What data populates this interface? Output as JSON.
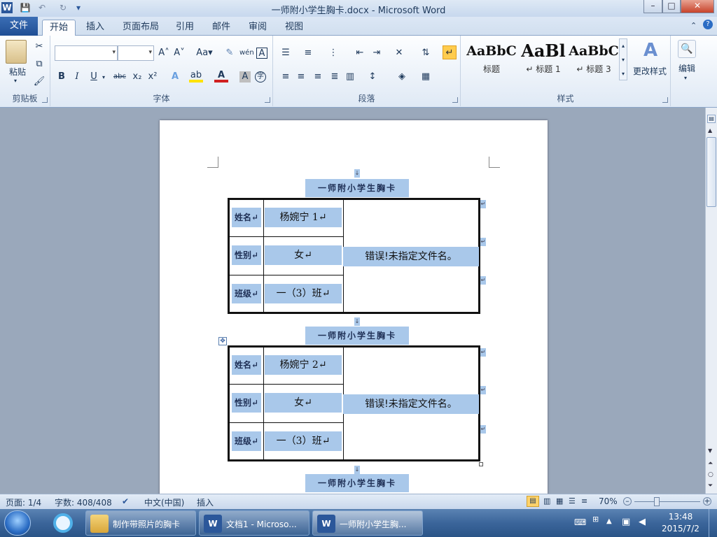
{
  "window": {
    "title": "一师附小学生胸卡.docx - Microsoft Word",
    "qat": [
      "W",
      "💾",
      "↶",
      "↻",
      "▾"
    ],
    "controls": [
      "–",
      "□",
      "✕"
    ]
  },
  "tabs": {
    "file": "文件",
    "items": [
      "开始",
      "插入",
      "页面布局",
      "引用",
      "邮件",
      "审阅",
      "视图"
    ],
    "active": "开始"
  },
  "ribbon": {
    "clipboard": {
      "label": "剪贴板",
      "paste": "粘贴"
    },
    "font": {
      "label": "字体",
      "grow": "A˄",
      "shrink": "A˅",
      "case": "Aa▾",
      "bold": "B",
      "italic": "I",
      "underline": "U",
      "strike": "abc",
      "sub": "x₂",
      "sup": "x²",
      "color_letter": "A"
    },
    "paragraph": {
      "label": "段落"
    },
    "styles": {
      "label": "样式",
      "items": [
        {
          "sample": "AaBbC",
          "name": "标题"
        },
        {
          "sample": "AaBl",
          "name": "↵ 标题 1"
        },
        {
          "sample": "AaBbC",
          "name": "↵ 标题 3"
        }
      ],
      "change": "更改样式"
    },
    "editing": {
      "label": "编辑"
    }
  },
  "document": {
    "cards": [
      {
        "heading": "一师附小学生胸卡",
        "fields": [
          {
            "label": "姓名↵",
            "value": "杨婉宁 1↵"
          },
          {
            "label": "性别↵",
            "value": "女↵"
          },
          {
            "label": "班级↵",
            "value": "一（3）班↵"
          }
        ],
        "photo_error": "错误!未指定文件名。"
      },
      {
        "heading": "一师附小学生胸卡",
        "fields": [
          {
            "label": "姓名↵",
            "value": "杨婉宁 2↵"
          },
          {
            "label": "性别↵",
            "value": "女↵"
          },
          {
            "label": "班级↵",
            "value": "一（3）班↵"
          }
        ],
        "photo_error": "错误!未指定文件名。"
      }
    ],
    "third_heading": "一师附小学生胸卡"
  },
  "status": {
    "page": "页面: 1/4",
    "words": "字数: 408/408",
    "language": "中文(中国)",
    "mode": "插入",
    "zoom": "70%"
  },
  "taskbar": {
    "items": [
      "制作带照片的胸卡",
      "文档1 - Microso...",
      "一师附小学生胸..."
    ],
    "time": "13:48",
    "date": "2015/7/2"
  }
}
